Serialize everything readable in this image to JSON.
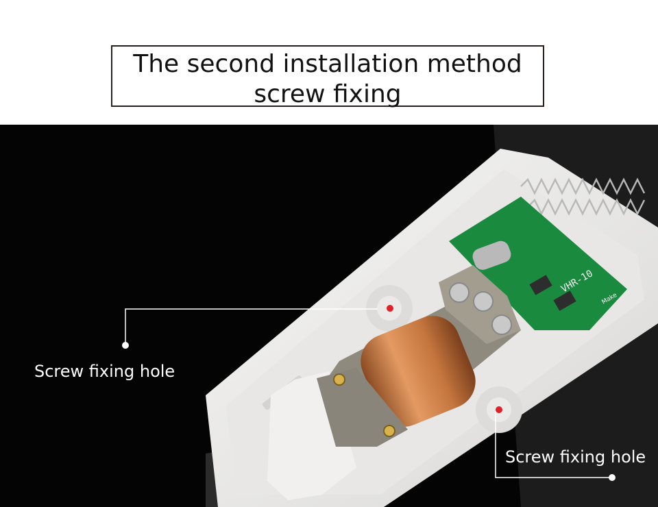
{
  "title": {
    "line1": "The second installation method",
    "line2": "screw fixing"
  },
  "callouts": [
    {
      "label": "Screw fixing hole"
    },
    {
      "label": "Screw fixing hole"
    }
  ],
  "board": {
    "silkscreen": "VHR-10",
    "maker_mark": "Make"
  },
  "colors": {
    "background_photo": "#040404",
    "housing": "#ecebea",
    "pcb": "#1a8a3e",
    "coil": "#c4753e",
    "marker": "#e0202a",
    "callout_line": "#ffffff"
  }
}
